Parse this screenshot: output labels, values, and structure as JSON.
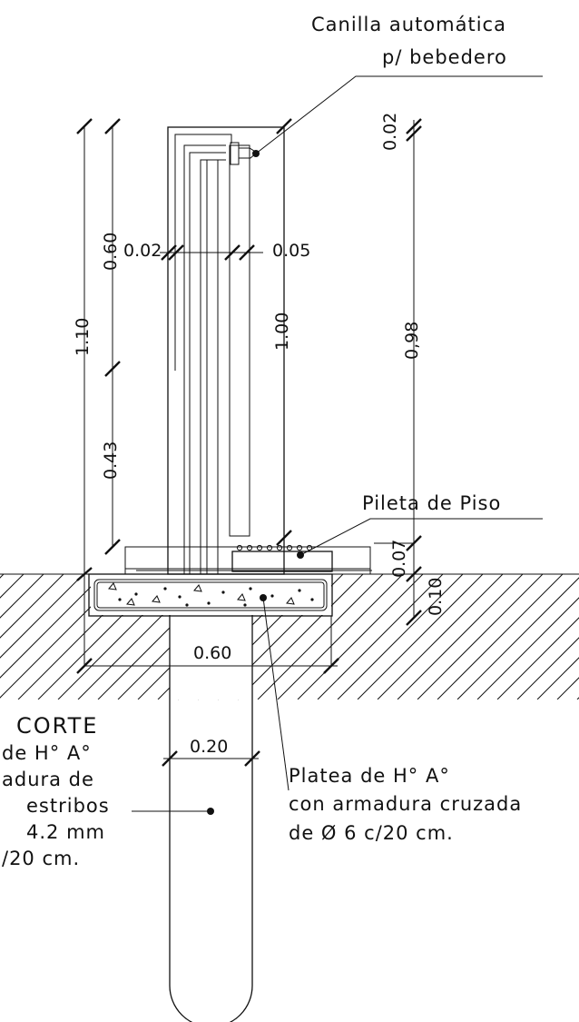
{
  "labels": {
    "canilla_line1": "Canilla automática",
    "canilla_line2": "p/ bebedero",
    "pileta": "Pileta de Piso",
    "corte": "CORTE",
    "platea_line1": "Platea de H° A°",
    "platea_line2": "con armadura cruzada",
    "platea_line3": "de Ø 6  c/20 cm.",
    "pilote_line1": "de H° A°",
    "pilote_line2": "adura de",
    "pilote_line3": "estribos",
    "pilote_line4": "4.2 mm",
    "pilote_line5": "/20 cm."
  },
  "dimensions": {
    "d_110": "1.10",
    "d_060_v": "0.60",
    "d_043": "0.43",
    "d_002_left": "0.02",
    "d_005": "0.05",
    "d_100": "1.00",
    "d_002_right": "0.02",
    "d_098": "0,98",
    "d_007": "0.07",
    "d_010": "0.10",
    "d_060_h": "0.60",
    "d_020": "0.20"
  }
}
